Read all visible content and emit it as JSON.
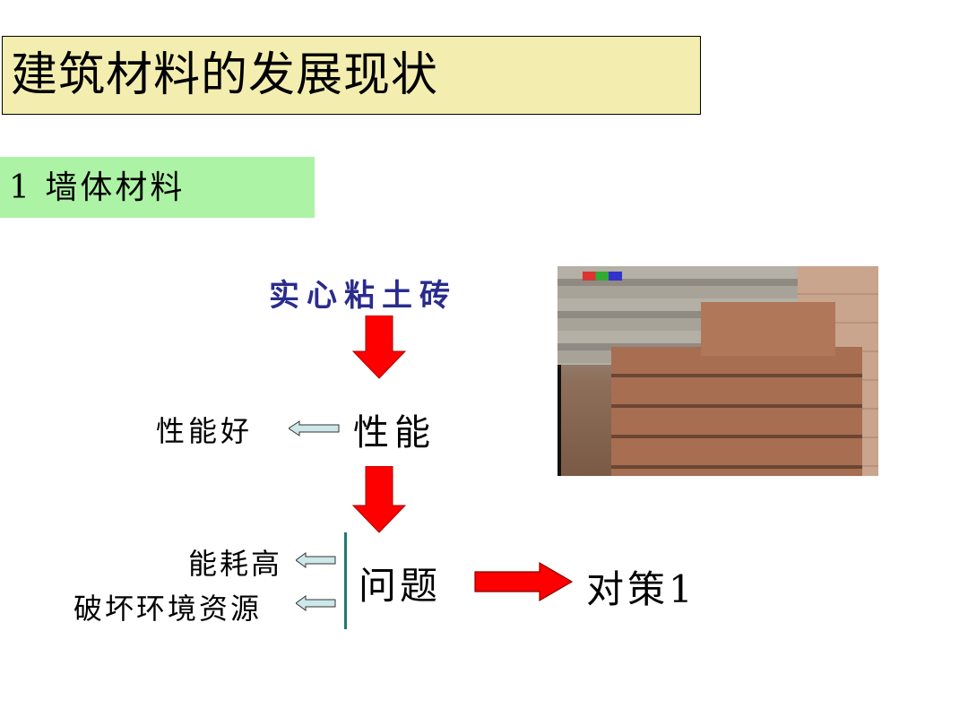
{
  "slide": {
    "title": "建筑材料的发展现状",
    "section": "1 墙体材料",
    "material": "实心粘土砖",
    "property": "性能",
    "property_result": "性能好",
    "problem": "问题",
    "problem_items": [
      "能耗高",
      "破坏环境资源"
    ],
    "solution": "对策1",
    "photo_alt": "stacked clay bricks photo"
  },
  "colors": {
    "title_bg": "#f3eeaf",
    "section_bg": "#adf3a5",
    "material_text": "#2a2c8c",
    "arrow_red": "#ff0000",
    "arrow_light": "#cce8e8",
    "divider": "#1f7a72"
  }
}
